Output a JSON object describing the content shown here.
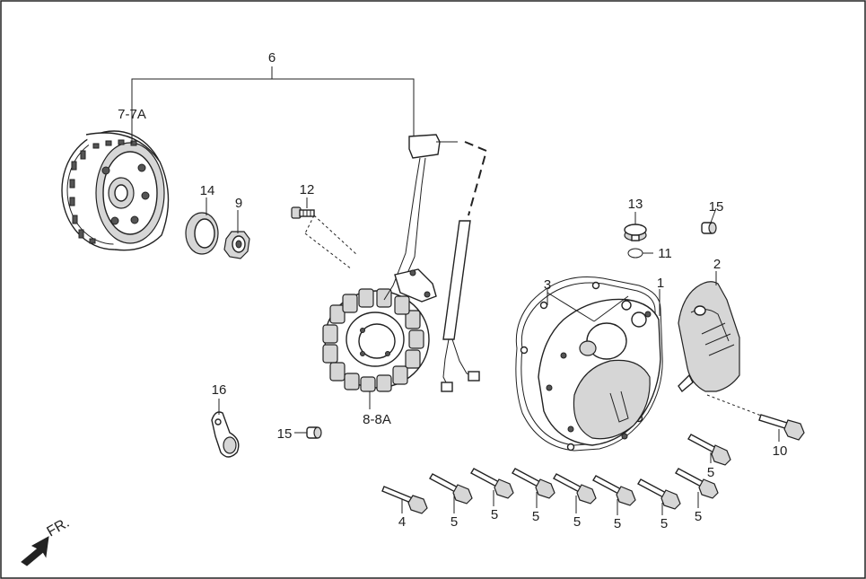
{
  "callouts": {
    "p1": "1",
    "p2": "2",
    "p3": "3",
    "p4": "4",
    "p5a": "5",
    "p5b": "5",
    "p5c": "5",
    "p5d": "5",
    "p5e": "5",
    "p5f": "5",
    "p5g": "5",
    "p5h": "5",
    "p6": "6",
    "p7": "7-7A",
    "p8": "8-8A",
    "p9": "9",
    "p10": "10",
    "p11": "11",
    "p12": "12",
    "p13": "13",
    "p14": "14",
    "p15a": "15",
    "p15b": "15",
    "p16": "16"
  },
  "direction": {
    "label": "FR."
  }
}
